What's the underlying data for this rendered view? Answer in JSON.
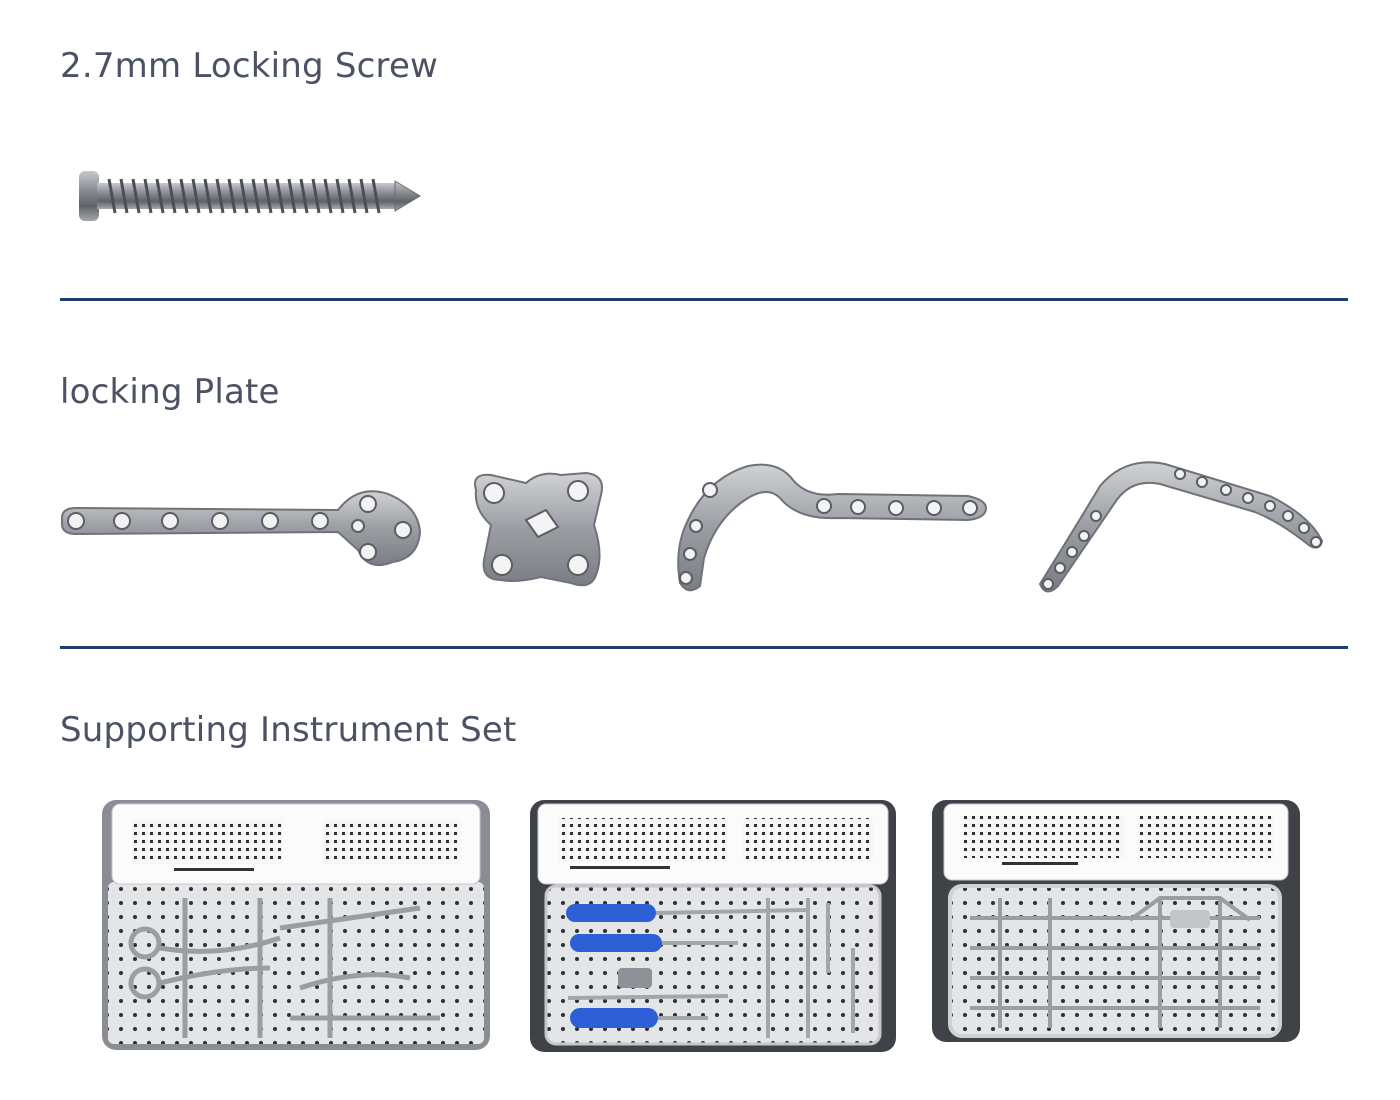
{
  "sections": {
    "screw": {
      "title": "2.7mm Locking Screw"
    },
    "plate": {
      "title": "locking Plate"
    },
    "instruments": {
      "title": "Supporting Instrument Set"
    }
  },
  "colors": {
    "rule": "#1f3f66",
    "heading": "#4b5264",
    "handle": "#2f5fd6",
    "metal": "#9a9ea4"
  }
}
